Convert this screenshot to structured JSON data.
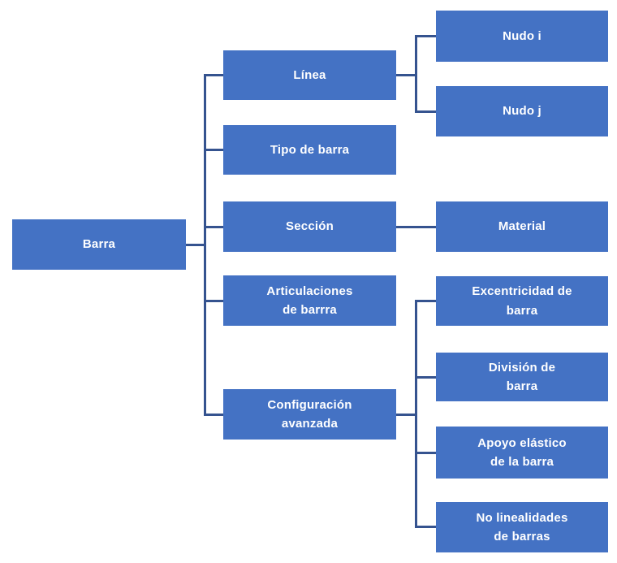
{
  "colors": {
    "node_fill": "#4472C4",
    "node_text": "#FFFFFF",
    "connector": "#35538F",
    "background": "#FFFFFF"
  },
  "nodes": {
    "barra": {
      "label": "Barra"
    },
    "linea": {
      "label": "Línea"
    },
    "tipo_de_barra": {
      "label": "Tipo de barra"
    },
    "seccion": {
      "label": "Sección"
    },
    "articulaciones": {
      "label": "Articulaciones\nde barrra"
    },
    "configuracion": {
      "label": "Configuración\navanzada"
    },
    "nudo_i": {
      "label": "Nudo i"
    },
    "nudo_j": {
      "label": "Nudo j"
    },
    "material": {
      "label": "Material"
    },
    "excentricidad": {
      "label": "Excentricidad de\nbarra"
    },
    "division": {
      "label": "División de\nbarra"
    },
    "apoyo": {
      "label": "Apoyo elástico\nde la barra"
    },
    "no_linealidades": {
      "label": "No linealidades\nde barras"
    }
  },
  "structure": {
    "root": "Barra",
    "children_of_barra": [
      "Línea",
      "Tipo de barra",
      "Sección",
      "Articulaciones de barrra",
      "Configuración avanzada"
    ],
    "children_of_linea": [
      "Nudo i",
      "Nudo j"
    ],
    "children_of_seccion": [
      "Material"
    ],
    "children_of_configuracion": [
      "Excentricidad de barra",
      "División de barra",
      "Apoyo elástico de la barra",
      "No linealidades de barras"
    ]
  }
}
